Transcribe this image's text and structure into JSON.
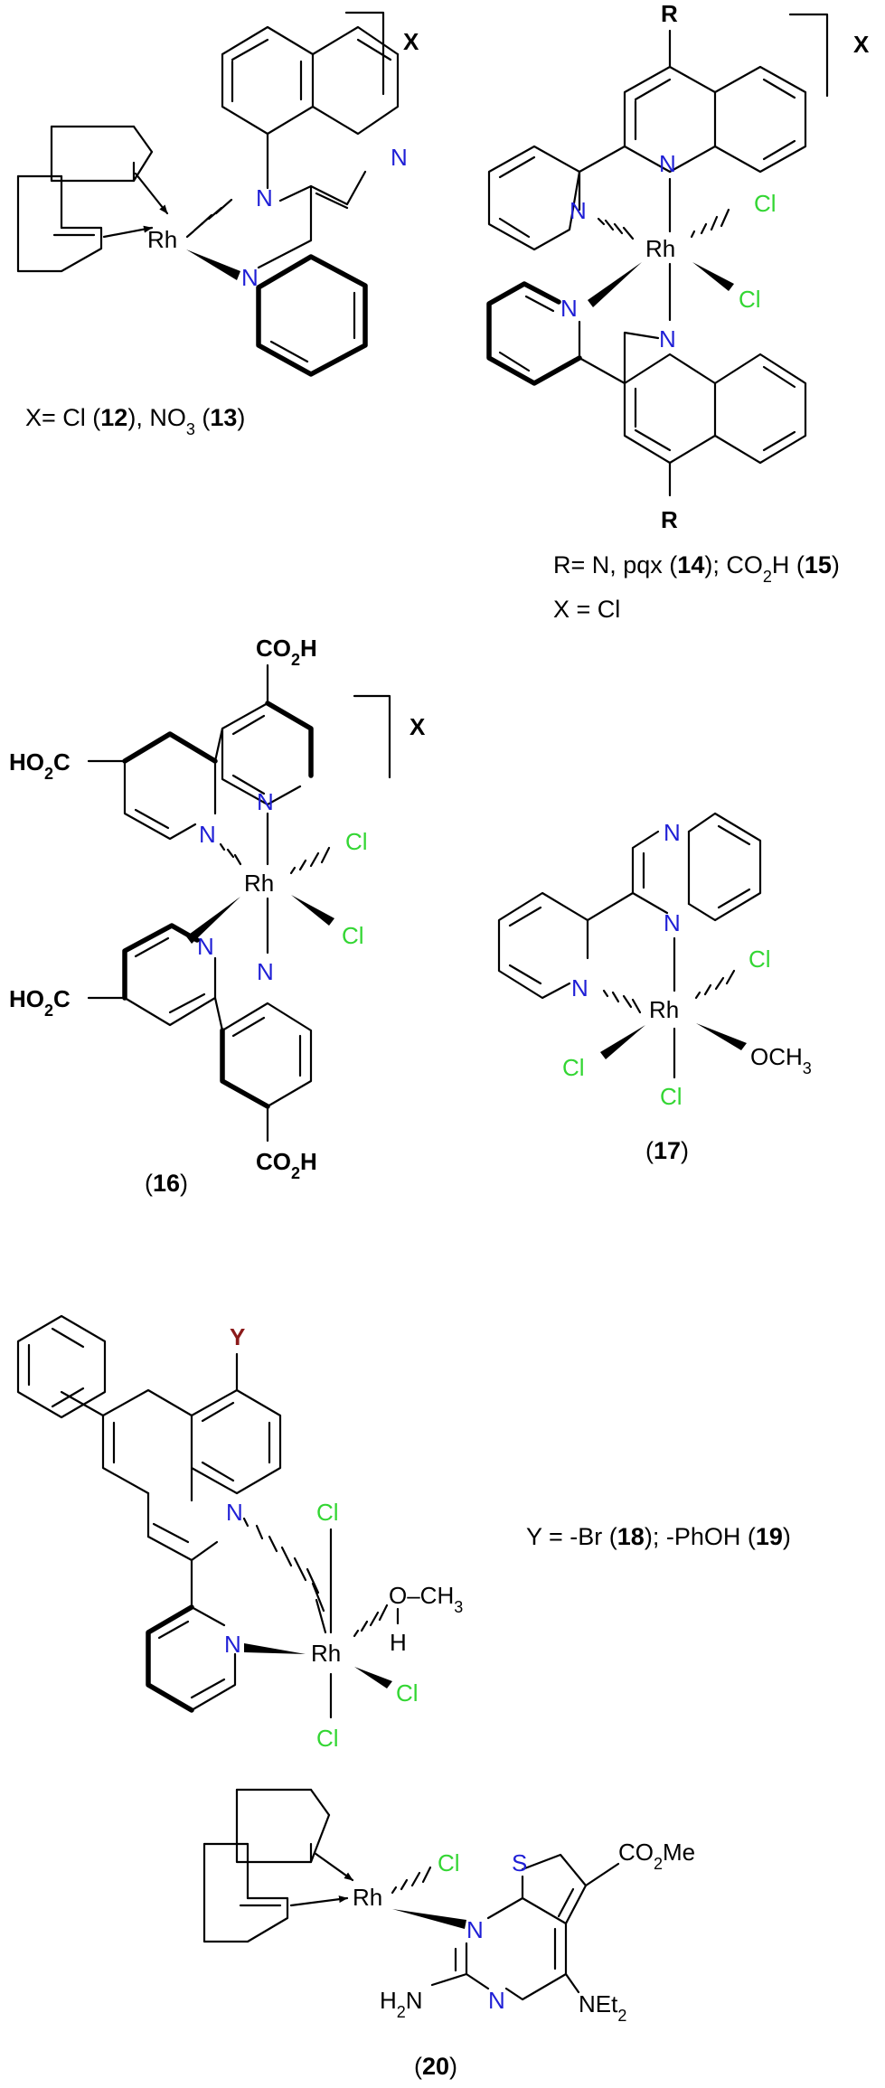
{
  "colors": {
    "bond": "#000000",
    "nitrogen": "#1f1fd6",
    "chlorine": "#33d633",
    "sulfur": "#1f1fd6",
    "y_group": "#8b1a1a",
    "text": "#000000"
  },
  "atoms": {
    "N": "N",
    "Rh": "Rh",
    "Cl": "Cl",
    "S": "S",
    "X": "X",
    "R": "R",
    "Y": "Y",
    "H": "H",
    "CO2H": "CO",
    "CO2H_sub": "2",
    "CO2H_tail": "H",
    "HO2C_head": "HO",
    "HO2C_sub": "2",
    "HO2C_tail": "C",
    "OCH3": "OCH",
    "OCH3_sub": "3",
    "OCH3_alt": "O–CH",
    "CO2Me_head": "CO",
    "CO2Me_sub": "2",
    "CO2Me_tail": "Me",
    "NEt2_head": "NEt",
    "NEt2_sub": "2",
    "H2N_head": "H",
    "H2N_sub": "2",
    "H2N_tail": "N"
  },
  "captions": {
    "c12_13": {
      "prefix": "X= Cl (",
      "n1": "12",
      "mid": "), NO",
      "sub": "3",
      "mid2": " (",
      "n2": "13",
      "suffix": ")"
    },
    "c14_15": {
      "prefix": "R= N, pqx (",
      "n1": "14",
      "mid": "); CO",
      "sub": "2",
      "mid2": "H (",
      "n2": "15",
      "suffix": ")",
      "line2": "X = Cl"
    },
    "c16": {
      "open": "(",
      "n": "16",
      "close": ")"
    },
    "c17": {
      "open": "(",
      "n": "17",
      "close": ")"
    },
    "c18_19": {
      "prefix": "Y = -Br (",
      "n1": "18",
      "mid": "); -PhOH (",
      "n2": "19",
      "suffix": ")"
    },
    "c20": {
      "open": "(",
      "n": "20",
      "close": ")"
    }
  }
}
